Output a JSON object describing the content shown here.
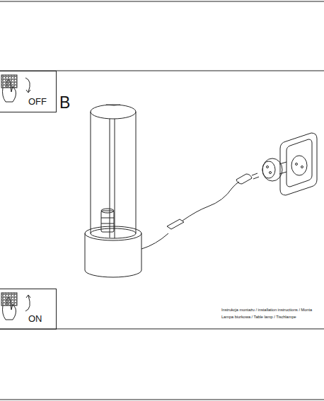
{
  "diagram": {
    "nodes": [
      {
        "text": [
          "OFF"
        ]
      },
      {
        "text": [
          "ON"
        ]
      }
    ],
    "labels": [
      "B",
      "Instrukcja montażu / installation instructions / Monta",
      "Lampa biurkowa / Table lamp / Tischlampe"
    ]
  }
}
